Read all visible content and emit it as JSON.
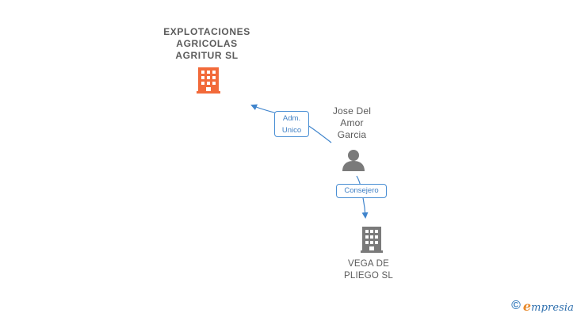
{
  "diagram": {
    "nodes": {
      "company_top": {
        "lines": [
          "EXPLOTACIONES",
          "AGRICOLAS",
          "AGRITUR  SL"
        ],
        "icon": "building-icon",
        "color": "#f26a3a"
      },
      "person": {
        "lines": [
          "Jose Del",
          "Amor",
          "Garcia"
        ],
        "icon": "person-icon",
        "color": "#7a7a7a"
      },
      "company_bottom": {
        "lines": [
          "VEGA DE",
          "PLIEGO  SL"
        ],
        "icon": "building-icon",
        "color": "#7a7a7a"
      }
    },
    "edges": [
      {
        "from": "person",
        "to": "company_top",
        "label_lines": [
          "Adm.",
          "Unico"
        ]
      },
      {
        "from": "person",
        "to": "company_bottom",
        "label_lines": [
          "Consejero"
        ]
      }
    ],
    "edge_color": "#3f84cc"
  },
  "watermark": {
    "symbol": "©",
    "brand_first": "e",
    "brand_rest": "mpresia"
  }
}
